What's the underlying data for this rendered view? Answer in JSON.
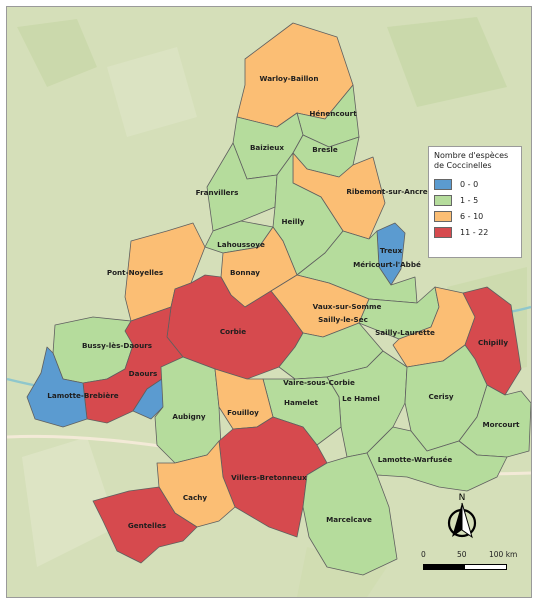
{
  "legend": {
    "title": "Nombre d'espèces de Coccinelles",
    "classes": [
      {
        "label": "0 - 0",
        "color": "#5b9bd0"
      },
      {
        "label": "1 - 5",
        "color": "#b5dc9c"
      },
      {
        "label": "6 - 10",
        "color": "#fbbe74"
      },
      {
        "label": "11 - 22",
        "color": "#d64a4e"
      }
    ]
  },
  "colors": {
    "basemap": "#d5dfb9",
    "river": "#8fc7cc",
    "road": "#f3ead7",
    "border": "#5f5f5f"
  },
  "communes": [
    {
      "name": "Warloy-Baillon",
      "class": "6 - 10"
    },
    {
      "name": "Hénencourt",
      "class": "1 - 5"
    },
    {
      "name": "Baizieux",
      "class": "1 - 5"
    },
    {
      "name": "Bresle",
      "class": "1 - 5"
    },
    {
      "name": "Ribemont-sur-Ancre",
      "class": "6 - 10"
    },
    {
      "name": "Franvillers",
      "class": "1 - 5"
    },
    {
      "name": "Heilly",
      "class": "1 - 5"
    },
    {
      "name": "Treux",
      "class": "0 - 0"
    },
    {
      "name": "Méricourt-l'Abbé",
      "class": "1 - 5"
    },
    {
      "name": "Lahoussoye",
      "class": "1 - 5"
    },
    {
      "name": "Pont-Noyelles",
      "class": "6 - 10"
    },
    {
      "name": "Bonnay",
      "class": "6 - 10"
    },
    {
      "name": "Vaux-sur-Somme",
      "class": "6 - 10"
    },
    {
      "name": "Sailly-le-Sec",
      "class": "1 - 5"
    },
    {
      "name": "Sailly-Laurette",
      "class": "6 - 10"
    },
    {
      "name": "Chipilly",
      "class": "11 - 22"
    },
    {
      "name": "Corbie",
      "class": "11 - 22"
    },
    {
      "name": "Bussy-lès-Daours",
      "class": "1 - 5"
    },
    {
      "name": "Daours",
      "class": "11 - 22"
    },
    {
      "name": "Lamotte-Brebière",
      "class": "0 - 0"
    },
    {
      "name": "Vaire-sous-Corbie",
      "class": "1 - 5"
    },
    {
      "name": "Le Hamel",
      "class": "1 - 5"
    },
    {
      "name": "Hamelet",
      "class": "1 - 5"
    },
    {
      "name": "Cerisy",
      "class": "1 - 5"
    },
    {
      "name": "Morcourt",
      "class": "1 - 5"
    },
    {
      "name": "Aubigny",
      "class": "1 - 5"
    },
    {
      "name": "Fouilloy",
      "class": "6 - 10"
    },
    {
      "name": "Lamotte-Warfusée",
      "class": "1 - 5"
    },
    {
      "name": "Villers-Bretonneux",
      "class": "11 - 22"
    },
    {
      "name": "Cachy",
      "class": "6 - 10"
    },
    {
      "name": "Gentelles",
      "class": "11 - 22"
    },
    {
      "name": "Marcelcave",
      "class": "1 - 5"
    }
  ],
  "north_arrow": {
    "label": "N"
  },
  "scale": {
    "labels": [
      "0",
      "50",
      "100 km"
    ]
  }
}
